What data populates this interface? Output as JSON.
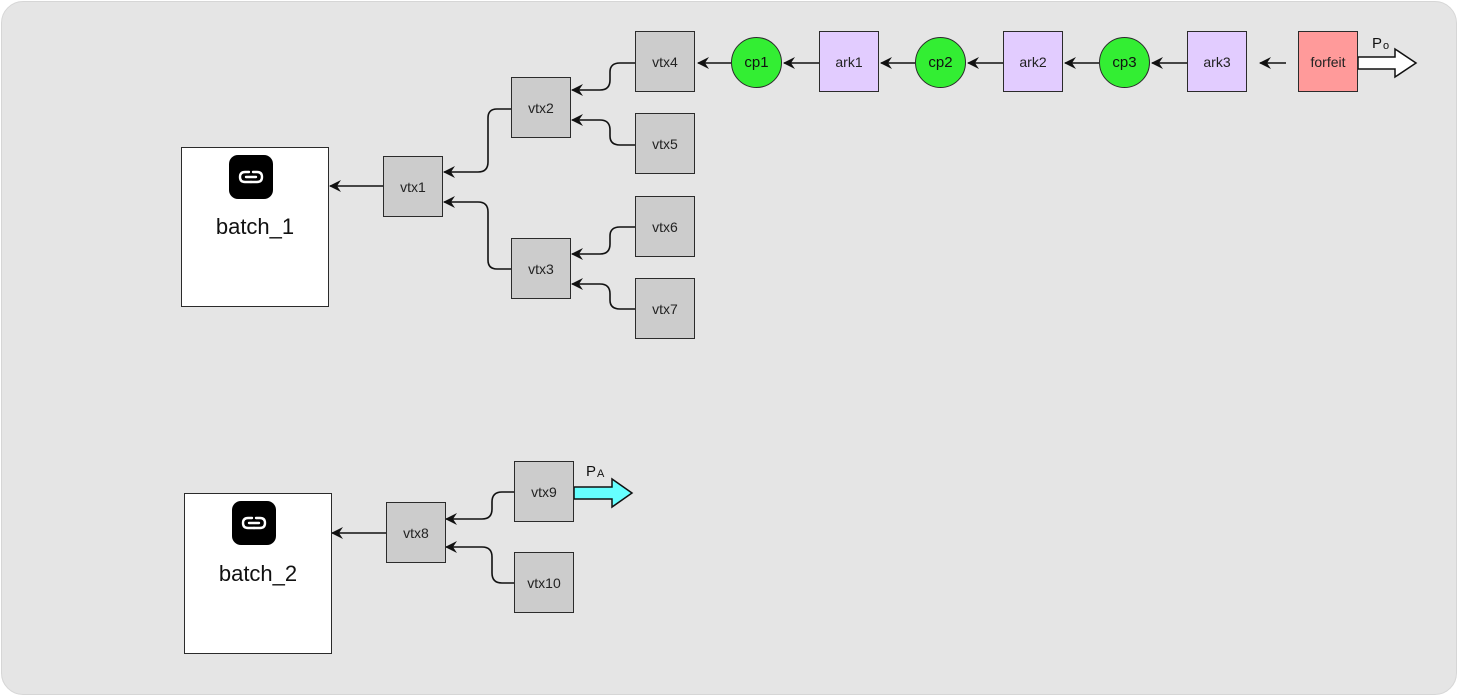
{
  "batches": [
    {
      "label": "batch_1",
      "icon": "link-icon"
    },
    {
      "label": "batch_2",
      "icon": "link-icon"
    }
  ],
  "vtxs": [
    "vtx1",
    "vtx2",
    "vtx3",
    "vtx4",
    "vtx5",
    "vtx6",
    "vtx7",
    "vtx8",
    "vtx9",
    "vtx10"
  ],
  "chain": {
    "cp1": "cp1",
    "ark1": "ark1",
    "cp2": "cp2",
    "ark2": "ark2",
    "cp3": "cp3",
    "ark3": "ark3",
    "forfeit": "forfeit"
  },
  "outputs": {
    "po": {
      "main": "P",
      "sub": "o"
    },
    "pa": {
      "main": "P",
      "sub": "A"
    }
  },
  "colors": {
    "background": "#e5e5e5",
    "vtx": "#cccccc",
    "ark": "#e2ccff",
    "cp": "#33ee33",
    "forfeit": "#ff9a9a",
    "output_o": "#ffffff",
    "output_a": "#66ffff"
  }
}
